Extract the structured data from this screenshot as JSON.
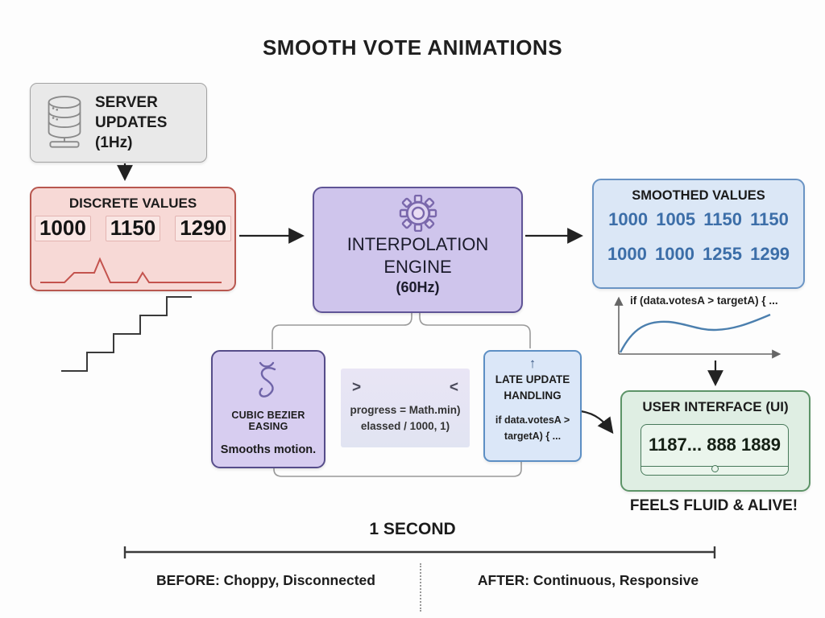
{
  "title": "SMOOTH VOTE ANIMATIONS",
  "colors": {
    "server_fill": "#e9e9e9",
    "discrete_fill": "#f7d9d6",
    "discrete_border": "#b8574f",
    "discrete_line": "#c4534e",
    "engine_fill": "#cfc5ec",
    "engine_border": "#5f5496",
    "smoothed_fill": "#dbe7f6",
    "smoothed_border": "#6a94c4",
    "smoothed_text": "#3c6ea8",
    "easing_fill": "#d7cdf0",
    "code_fill": "#e6e3f3",
    "late_fill": "#dbe7f8",
    "ui_fill": "#dfeee3",
    "ui_border": "#5d9468",
    "curve": "#4b7fae"
  },
  "server_box": {
    "label": "SERVER UPDATES (1Hz)"
  },
  "discrete_box": {
    "title": "DISCRETE VALUES",
    "values": [
      "1000",
      "1150",
      "1290"
    ]
  },
  "engine_box": {
    "line1": "INTERPOLATION",
    "line2": "ENGINE",
    "line3": "(60Hz)"
  },
  "smoothed_box": {
    "title": "SMOOTHED VALUES",
    "row1": "1000 1005 1150 1150",
    "row2": "1000 1000 1255 1299"
  },
  "easing_box": {
    "title": "CUBIC BEZIER EASING",
    "subtitle": "Smooths motion."
  },
  "code_box": {
    "gt": ">",
    "lt": "<",
    "line1": "progress = Math.min)",
    "line2": "elassed / 1000, 1)"
  },
  "late_box": {
    "up_arrow": "↑",
    "title1": "LATE UPDATE",
    "title2": "HANDLING",
    "code1": "if data.votesA >",
    "code2": "targetA) { ..."
  },
  "graph": {
    "caption": "if (data.votesA > targetA) { ..."
  },
  "ui_box": {
    "title": "USER INTERFACE (UI)",
    "display_value": "1187... 888 1889"
  },
  "feels_label": "FEELS FLUID & ALIVE!",
  "timeline": {
    "label": "1 SECOND",
    "before": "BEFORE: Choppy, Disconnected",
    "after": "AFTER: Continuous, Responsive"
  }
}
